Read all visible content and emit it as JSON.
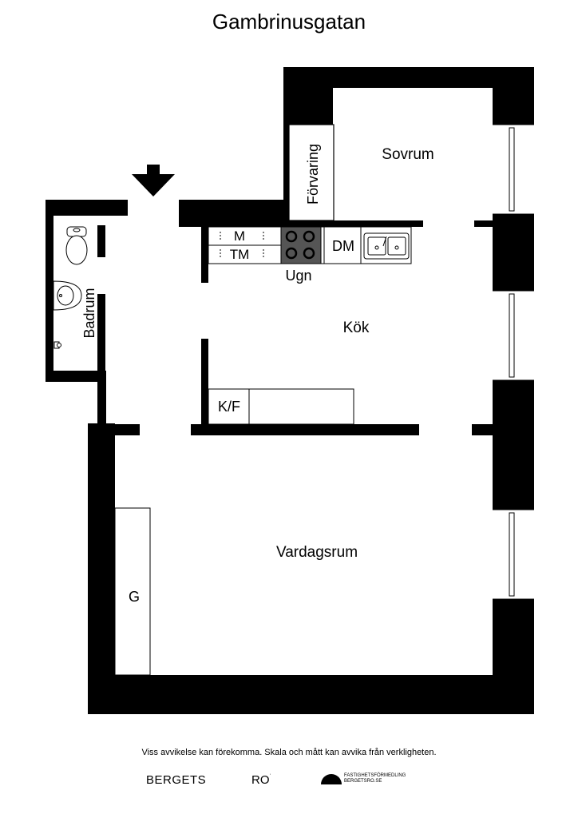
{
  "title": "Gambrinusgatan",
  "rooms": {
    "sovrum": "Sovrum",
    "forvaring": "Förvaring",
    "badrum": "Badrum",
    "kok": "Kök",
    "vardagsrum": "Vardagsrum",
    "microwave": "M",
    "dryer": "TM",
    "oven": "Ugn",
    "dishwasher": "DM",
    "fridge_freezer": "K/F",
    "wardrobe": "G"
  },
  "footer": {
    "disclaimer": "Viss avvikelse kan förekomma. Skala och mått kan avvika från verkligheten.",
    "brand_left": "BERGETS",
    "brand_mid": "RO",
    "brand_logo_line1": "FASTIGHETSFÖRMEDLING",
    "brand_logo_line2": "BERGETSRO.SE"
  }
}
